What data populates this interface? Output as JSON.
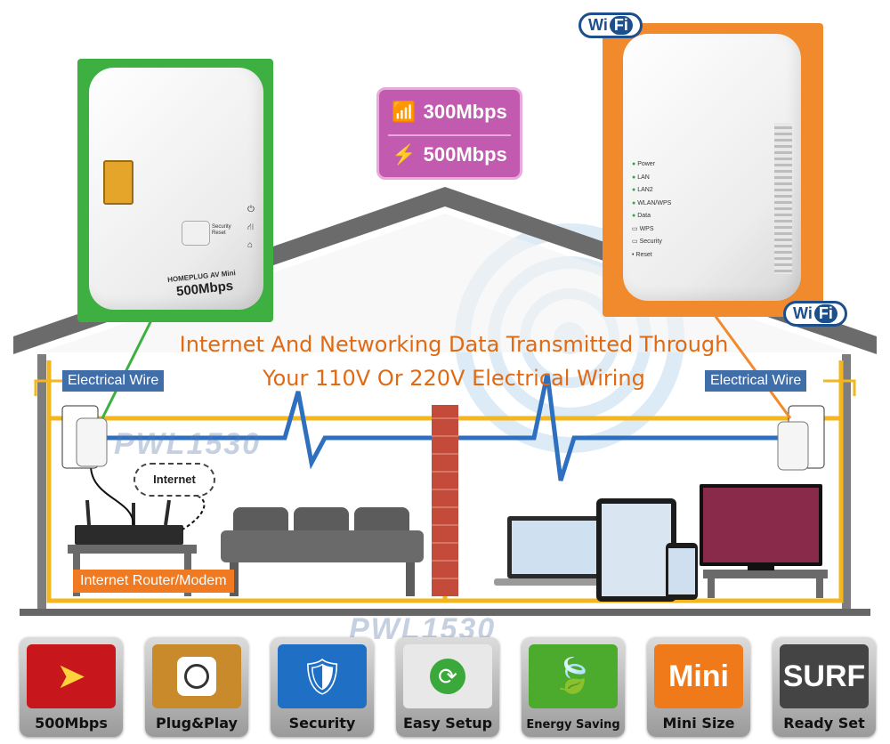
{
  "speeds": {
    "wifi": "300Mbps",
    "powerline": "500Mbps"
  },
  "devices": {
    "left": {
      "button_label": "Security Reset",
      "brand_line": "HOMEPLUG AV Mini",
      "speed": "500Mbps"
    },
    "right": {
      "leds": [
        "Power",
        "LAN",
        "LAN2",
        "WLAN/WPS",
        "Data"
      ],
      "buttons": [
        "WPS",
        "Security",
        "Reset"
      ]
    }
  },
  "wifi_logo": {
    "wi": "Wi",
    "fi": "Fi"
  },
  "headline": {
    "line1": "Internet And Networking Data Transmitted Through",
    "line2": "Your 110V Or 220V Electrical Wiring"
  },
  "labels": {
    "electrical_wire_left": "Electrical Wire",
    "electrical_wire_right": "Electrical Wire",
    "internet": "Internet",
    "router": "Internet Router/Modem"
  },
  "watermark": "PWL1530",
  "features": [
    {
      "label": "500Mbps",
      "icon": "speed-arrows-icon",
      "color": "#c8161d"
    },
    {
      "label": "Plug&Play",
      "icon": "power-socket-icon",
      "color": "#c88a2a"
    },
    {
      "label": "Security",
      "icon": "shield-lock-icon",
      "color": "#1f6fc4"
    },
    {
      "label": "Easy Setup",
      "icon": "sync-icon",
      "color": "#e8e8e8"
    },
    {
      "label": "Energy Saving",
      "icon": "leaf-icon",
      "color": "#4caa2c"
    },
    {
      "label": "Mini Size",
      "icon": "mini-text-icon",
      "color": "#f07a1a",
      "text": "Mini"
    },
    {
      "label": "Ready Set",
      "icon": "surf-text-icon",
      "color": "#444444",
      "text": "SURF"
    }
  ]
}
